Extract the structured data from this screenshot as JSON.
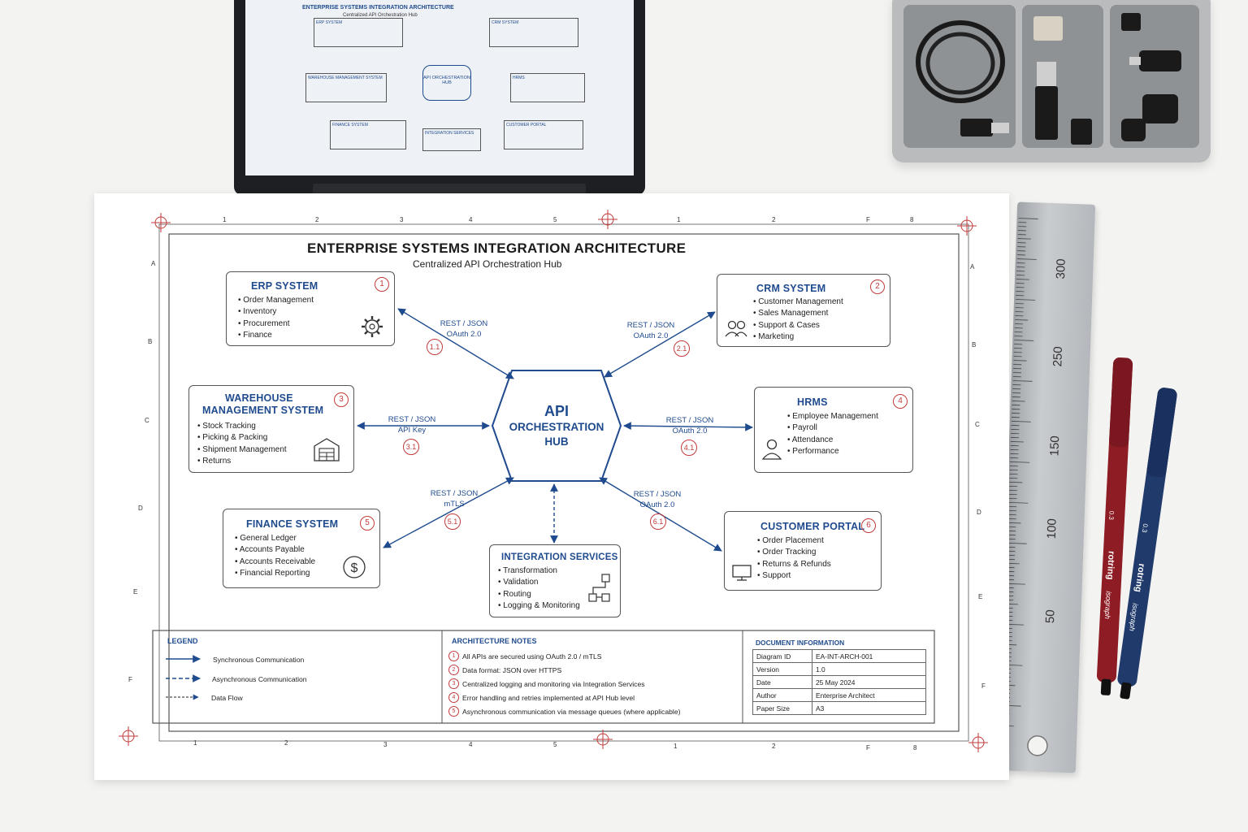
{
  "diagram": {
    "title": "ENTERPRISE SYSTEMS INTEGRATION ARCHITECTURE",
    "subtitle": "Centralized API Orchestration Hub",
    "hub": {
      "line1": "API",
      "line2": "ORCHESTRATION",
      "line3": "HUB"
    },
    "nodes": [
      {
        "id": "erp",
        "title": "ERP SYSTEM",
        "number": "1",
        "items": [
          "Order Management",
          "Inventory",
          "Procurement",
          "Finance"
        ],
        "icon": "gear-icon"
      },
      {
        "id": "crm",
        "title": "CRM SYSTEM",
        "number": "2",
        "items": [
          "Customer Management",
          "Sales Management",
          "Support & Cases",
          "Marketing"
        ],
        "icon": "users-icon"
      },
      {
        "id": "wms",
        "title_line1": "WAREHOUSE",
        "title_line2": "MANAGEMENT SYSTEM",
        "number": "3",
        "items": [
          "Stock Tracking",
          "Picking & Packing",
          "Shipment Management",
          "Returns"
        ],
        "icon": "warehouse-icon"
      },
      {
        "id": "hrms",
        "title": "HRMS",
        "number": "4",
        "items": [
          "Employee Management",
          "Payroll",
          "Attendance",
          "Performance"
        ],
        "icon": "person-icon"
      },
      {
        "id": "finance",
        "title": "FINANCE SYSTEM",
        "number": "5",
        "items": [
          "General Ledger",
          "Accounts Payable",
          "Accounts Receivable",
          "Financial Reporting"
        ],
        "icon": "dollar-icon"
      },
      {
        "id": "portal",
        "title": "CUSTOMER PORTAL",
        "number": "6",
        "items": [
          "Order Placement",
          "Order Tracking",
          "Returns & Refunds",
          "Support"
        ],
        "icon": "monitor-icon"
      },
      {
        "id": "integration",
        "title": "INTEGRATION SERVICES",
        "items": [
          "Transformation",
          "Validation",
          "Routing",
          "Logging & Monitoring"
        ],
        "icon": "flow-icon"
      }
    ],
    "connections": [
      {
        "line1": "REST / JSON",
        "line2": "OAuth 2.0",
        "badge": "1.1"
      },
      {
        "line1": "REST / JSON",
        "line2": "OAuth 2.0",
        "badge": "2.1"
      },
      {
        "line1": "REST / JSON",
        "line2": "API Key",
        "badge": "3.1"
      },
      {
        "line1": "REST / JSON",
        "line2": "OAuth 2.0",
        "badge": "4.1"
      },
      {
        "line1": "REST / JSON",
        "line2": "mTLS",
        "badge": "5.1"
      },
      {
        "line1": "REST / JSON",
        "line2": "OAuth 2.0",
        "badge": "6.1"
      }
    ],
    "legend": {
      "title": "LEGEND",
      "items": [
        "Synchronous Communication",
        "Asynchronous Communication",
        "Data Flow"
      ]
    },
    "notes": {
      "title": "ARCHITECTURE NOTES",
      "items": [
        {
          "n": "1",
          "text": "All APIs are secured using OAuth 2.0 / mTLS"
        },
        {
          "n": "2",
          "text": "Data format: JSON over HTTPS"
        },
        {
          "n": "3",
          "text": "Centralized logging and monitoring via Integration Services"
        },
        {
          "n": "4",
          "text": "Error handling and retries implemented at API Hub level"
        },
        {
          "n": "5",
          "text": "Asynchronous communication via message queues (where applicable)"
        }
      ]
    },
    "doc_info": {
      "title": "DOCUMENT INFORMATION",
      "rows": [
        {
          "k": "Diagram ID",
          "v": "EA-INT-ARCH-001"
        },
        {
          "k": "Version",
          "v": "1.0"
        },
        {
          "k": "Date",
          "v": "25 May 2024"
        },
        {
          "k": "Author",
          "v": "Enterprise Architect"
        },
        {
          "k": "Paper Size",
          "v": "A3"
        }
      ]
    },
    "grid": {
      "top": [
        "1",
        "2",
        "3",
        "4",
        "5",
        "1",
        "2",
        "F",
        "8"
      ],
      "bottom": [
        "1",
        "2",
        "3",
        "4",
        "5",
        "1",
        "2",
        "F",
        "8"
      ],
      "left": [
        "A",
        "B",
        "C",
        "D",
        "E",
        "F"
      ],
      "right": [
        "A",
        "B",
        "C",
        "D",
        "E",
        "F"
      ]
    }
  },
  "tablet_screen": {
    "title": "ENTERPRISE SYSTEMS INTEGRATION ARCHITECTURE",
    "subtitle": "Centralized API Orchestration Hub",
    "hub": "API ORCHESTRATION HUB",
    "nodes": [
      "ERP SYSTEM",
      "CRM SYSTEM",
      "WAREHOUSE MANAGEMENT SYSTEM",
      "HRMS",
      "FINANCE SYSTEM",
      "CUSTOMER PORTAL",
      "INTEGRATION SERVICES"
    ]
  },
  "ruler": {
    "marks": [
      "300",
      "250",
      "150",
      "100",
      "50"
    ]
  },
  "pens": [
    {
      "brand": "rotring",
      "model": "isograph",
      "size": "0.3",
      "color": "#8e1c24"
    },
    {
      "brand": "rotring",
      "model": "isograph",
      "size": "0.3",
      "color": "#1f3a6b"
    }
  ],
  "colors": {
    "accent": "#1f4b8e",
    "badge": "#c23b3b"
  }
}
